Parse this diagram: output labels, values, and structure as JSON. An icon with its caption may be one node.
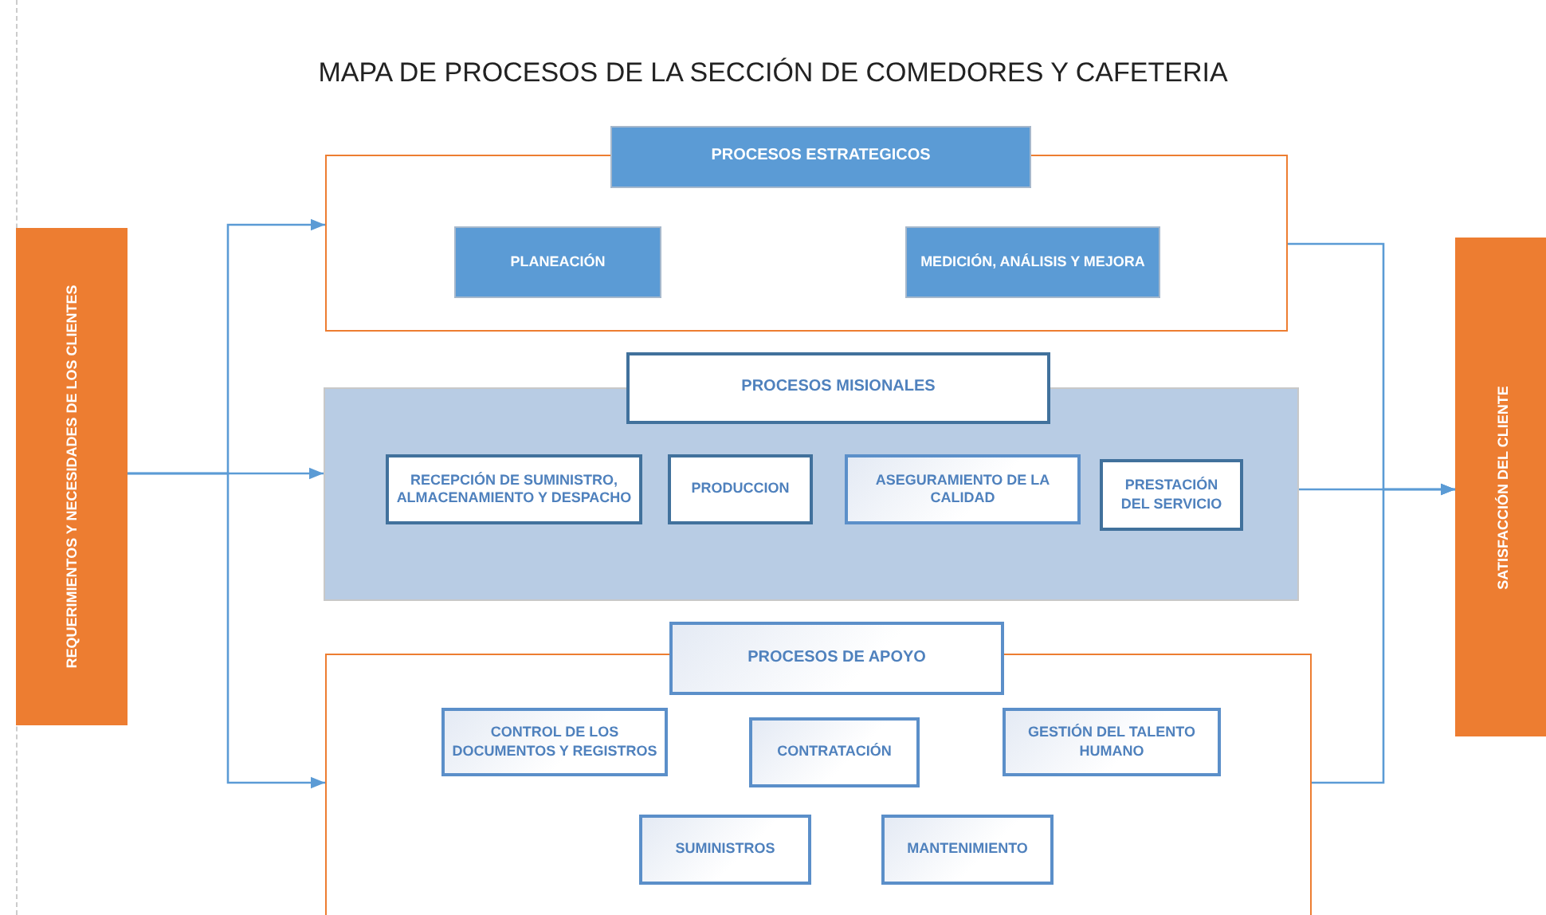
{
  "diagram": {
    "title": "MAPA DE PROCESOS DE LA SECCIÓN DE COMEDORES Y CAFETERIA",
    "nodes": [
      {
        "text": [
          "REQUERIMIENTOS Y NECESIDADES DE LOS CLIENTES"
        ]
      },
      {
        "text": [
          "PROCESOS ESTRATEGICOS"
        ]
      },
      {
        "text": [
          "PLANEACIÓN"
        ],
        "in": 1
      },
      {
        "text": [
          "MEDICIÓN, ANÁLISIS Y MEJORA"
        ],
        "in": 1
      },
      {
        "text": [
          "PROCESOS MISIONALES"
        ]
      },
      {
        "text": [
          "RECEPCIÓN DE SUMINISTRO, ALMACENAMIENTO Y DESPACHO"
        ],
        "in": 4
      },
      {
        "text": [
          "PRODUCCION"
        ],
        "in": 4
      },
      {
        "text": [
          "ASEGURAMIENTO DE LA CALIDAD"
        ],
        "in": 4
      },
      {
        "text": [
          "PRESTACIÓN DEL SERVICIO"
        ],
        "in": 4
      },
      {
        "text": [
          "PROCESOS DE APOYO"
        ]
      },
      {
        "text": [
          "CONTROL DE LOS DOCUMENTOS Y REGISTROS"
        ],
        "in": 9
      },
      {
        "text": [
          "CONTRATACIÓN"
        ],
        "in": 9
      },
      {
        "text": [
          "GESTIÓN DEL TALENTO HUMANO"
        ],
        "in": 9
      },
      {
        "text": [
          "SUMINISTROS"
        ],
        "in": 9
      },
      {
        "text": [
          "MANTENIMIENTO"
        ],
        "in": 9
      },
      {
        "text": [
          "SATISFACCIÓN DEL CLIENTE"
        ]
      }
    ],
    "edges": [
      {
        "from": 0,
        "to": 1,
        "arrow": "to"
      },
      {
        "from": 0,
        "to": 4,
        "arrow": "to"
      },
      {
        "from": 0,
        "to": 9,
        "arrow": "to"
      },
      {
        "from": 1,
        "to": 15,
        "arrow": "to"
      },
      {
        "from": 4,
        "to": 15,
        "arrow": "to"
      },
      {
        "from": 9,
        "to": 15,
        "arrow": "to"
      }
    ]
  }
}
